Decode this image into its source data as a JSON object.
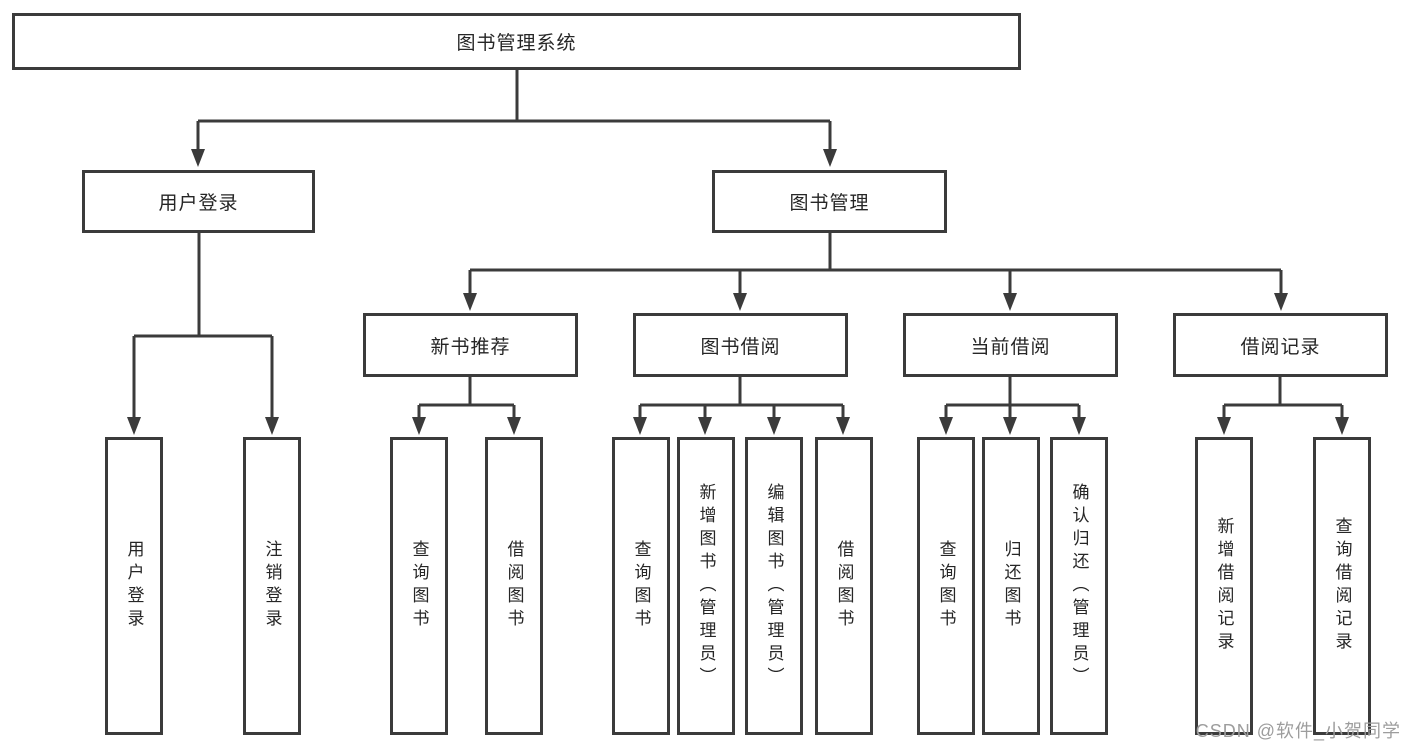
{
  "nodes": {
    "root": "图书管理系统",
    "user_login": "用户登录",
    "book_management": "图书管理",
    "new_book_recommend": "新书推荐",
    "book_borrowing": "图书借阅",
    "current_borrowing": "当前借阅",
    "borrowing_records": "借阅记录",
    "leaf_user_login": "用户登录",
    "leaf_logout": "注销登录",
    "leaf_query_books_recommend": "查询图书",
    "leaf_borrow_books_recommend": "借阅图书",
    "leaf_query_books_borrowing": "查询图书",
    "leaf_add_book_admin": "新增图书（管理员）",
    "leaf_edit_book_admin": "编辑图书（管理员）",
    "leaf_borrow_books_borrowing": "借阅图书",
    "leaf_query_books_current": "查询图书",
    "leaf_return_book": "归还图书",
    "leaf_confirm_return_admin": "确认归还（管理员）",
    "leaf_add_borrow_record": "新增借阅记录",
    "leaf_query_borrow_record": "查询借阅记录"
  },
  "watermark": "CSDN @软件_小贺同学",
  "colors": {
    "line": "#3b3b3b",
    "text": "#262626",
    "box_fill": "#ffffff",
    "watermark": "#9d9d9d"
  }
}
